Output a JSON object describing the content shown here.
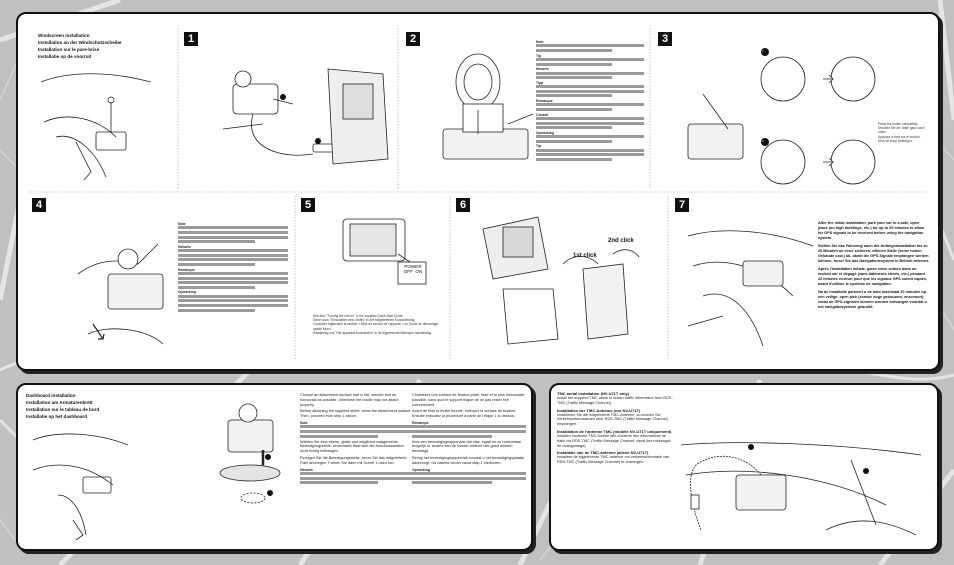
{
  "top": {
    "title_lines": [
      "Windscreen installation",
      "Installation an der Windschutzscheibe",
      "Installation sur le pare-brise",
      "Installatie op de voorruit"
    ],
    "steps": [
      "1",
      "2",
      "3",
      "4",
      "5",
      "6",
      "7"
    ],
    "step3_callouts": [
      "1",
      "2"
    ],
    "step3_notes": [
      "Press the button completely.",
      "Drücken Sie die Taste ganz nach unten.",
      "Appuyez à fond sur le bouton.",
      "Druk de knop volledig in."
    ],
    "step5_switch": {
      "label": "POWER",
      "off": "OFF",
      "on": "ON"
    },
    "step6_clicks": [
      "1st click",
      "2nd click"
    ],
    "step5_caption": [
      "See also \"Turning the unit on\" in the supplied Quick Start Guide.",
      "Siehe auch \"Einschalten des Geräts\" in der mitgelieferten Kurzanleitung.",
      "Consultez également la section « Mise en service de l'appareil » du Guide de démarrage rapide fourni.",
      "Raadpleeg ook \"Het apparaat inschakelen\" in de bijgeleverde Beknopte handleiding."
    ],
    "step7_paragraphs": [
      "After the initial installation, park your car in a safe, open place (no high buildings, etc.) for up to 20 minutes to allow for GPS signals to be received before using the navigation system.",
      "Stellen Sie das Fahrzeug nach der Anfangsinstallation bis zu 20 Minuten an einer sicheren, offenen Stelle (keine hohen Gebäude usw.) ab, damit die GPS-Signale empfangen werden können, bevor Sie das Navigationssystem in Betrieb nehmen.",
      "Après l'installation initiale, garez votre voiture dans un endroit sûr et dégagé (sans bâtiments élevés, etc.) pendant 20 minutes environ pour que les signaux GPS soient captés, avant d'utiliser le système de navigation.",
      "Na de installatie parkeert u de auto maximaal 20 minuten op een veilige, open plek (zonder hoge gebouwen, enzovoort) zodat de GPS-signalen kunnen worden ontvangen voordat u het navigatiesysteem gebruikt."
    ]
  },
  "dashboard": {
    "title_lines": [
      "Dashboard installation",
      "Installation am Armaturenbrett",
      "Installation sur le tableau de bord",
      "Installatie op het dashboard"
    ],
    "col1": [
      "Choose an attachment surface that is flat, smooth and as horizontal as possible, otherwise the cradle may not attach properly.",
      "Before attaching the supplied sheet, clean the attachment surface. Then, proceed from step 1 above.",
      "Wählen Sie eine ebene, glatte und möglichst waagerechte Befestigungsstelle. Andernfalls lässt sich die Anschlussstation nicht richtig befestigen.",
      "Reinigen Sie die Befestigungsstelle, bevor Sie das mitgelieferte Folie anbringen. Fahren Sie dann mit Schritt 1 oben fort."
    ],
    "col2": [
      "Choisissez une surface de fixation plate, lisse et la plus horizontale possible, sans quoi le support risque de ne pas rester fixé correctement.",
      "Avant de fixer la feuille fournie, nettoyez la surface de fixation. Ensuite exécutez la procédure à partir de l'étape 1 ci-dessus.",
      "Kies een bevestigingsoppervlak dat vlak, egaal en zo horizontaal mogelijk is, anders kan de houder wellicht niet goed worden bevestigd.",
      "Reinig het bevestigingsoppervlak voordat u het bevestigingsplaatje aanbrengt. Ga daarna verder vanaf stap 1 hierboven."
    ]
  },
  "tmc": {
    "blocks": [
      {
        "title": "TMC aerial installation (NV-U71T only)",
        "body": "Install the supplied TMC aerial to obtain traffic information from RDS-TMC (Traffic Message Channel)."
      },
      {
        "title": "Installation der TMC-Antenne (nur NV-U71T)",
        "body": "Installieren Sie die mitgelieferte TMC-Antenne, so können Sie Verkehrsinformationen über RDS-TMC (Traffic Message Channel) empfangen."
      },
      {
        "title": "Installation de l'antenne TMC (modèle NV-U71T uniquement)",
        "body": "Installez l'antenne TMC fournie afin d'obtenir des informations de trafic via RDS-TMC (Traffic Message Channel, canal des messages de radioguidage)."
      },
      {
        "title": "Installatie van de TMC-antenne (alleen NV-U71T)",
        "body": "Installeer de bijgeleverde TMC-antenne om verkeersinformatie van RDS-TMC (Traffic Message Channel) te ontvangen."
      }
    ]
  },
  "colors": {
    "frame": "#111111",
    "map_bg": "#bfc0c2",
    "road": "#e6e6e6"
  }
}
